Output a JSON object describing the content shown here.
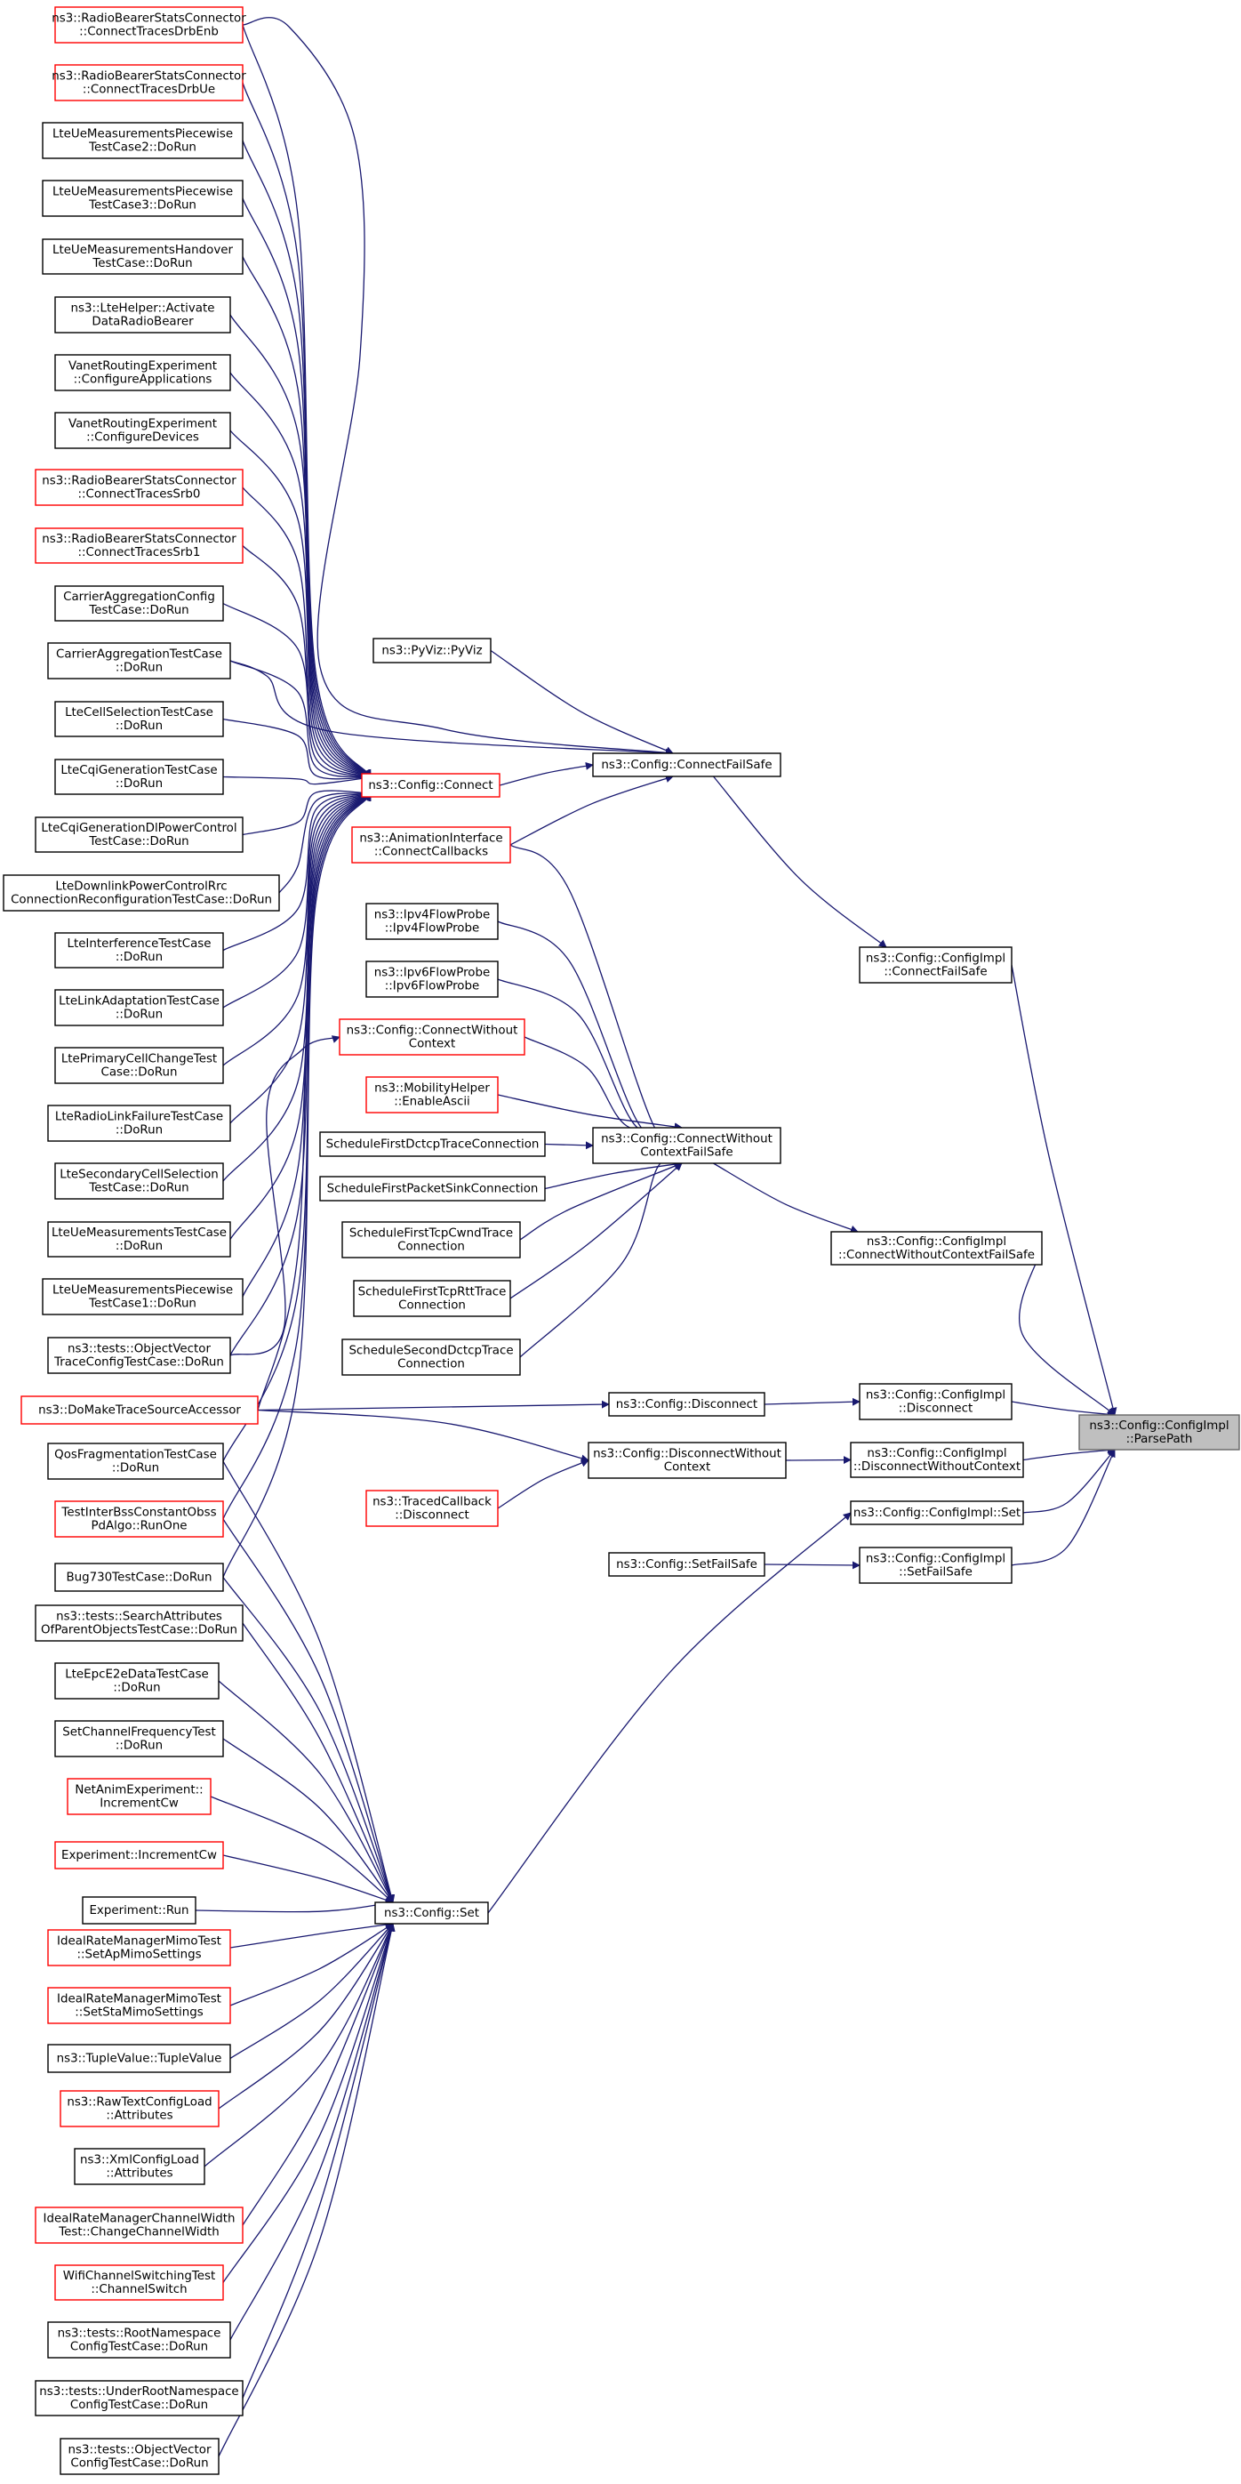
{
  "diagram": {
    "line_color": "#191970",
    "highlight_border": "#ff0000",
    "focus_fill": "#bfbfbf",
    "nodes": [
      {
        "id": "n0",
        "lines": [
          "ns3::RadioBearerStatsConnector",
          "::ConnectTracesDrbEnb"
        ],
        "red": true
      },
      {
        "id": "n1",
        "lines": [
          "ns3::RadioBearerStatsConnector",
          "::ConnectTracesDrbUe"
        ],
        "red": true
      },
      {
        "id": "n2",
        "lines": [
          "LteUeMeasurementsPiecewise",
          "TestCase2::DoRun"
        ]
      },
      {
        "id": "n3",
        "lines": [
          "LteUeMeasurementsPiecewise",
          "TestCase3::DoRun"
        ]
      },
      {
        "id": "n4",
        "lines": [
          "LteUeMeasurementsHandover",
          "TestCase::DoRun"
        ]
      },
      {
        "id": "n5",
        "lines": [
          "ns3::LteHelper::Activate",
          "DataRadioBearer"
        ]
      },
      {
        "id": "n6",
        "lines": [
          "VanetRoutingExperiment",
          "::ConfigureApplications"
        ]
      },
      {
        "id": "n7",
        "lines": [
          "VanetRoutingExperiment",
          "::ConfigureDevices"
        ]
      },
      {
        "id": "n8",
        "lines": [
          "ns3::RadioBearerStatsConnector",
          "::ConnectTracesSrb0"
        ],
        "red": true
      },
      {
        "id": "n9",
        "lines": [
          "ns3::RadioBearerStatsConnector",
          "::ConnectTracesSrb1"
        ],
        "red": true
      },
      {
        "id": "n10",
        "lines": [
          "CarrierAggregationConfig",
          "TestCase::DoRun"
        ]
      },
      {
        "id": "n11",
        "lines": [
          "CarrierAggregationTestCase",
          "::DoRun"
        ]
      },
      {
        "id": "n12",
        "lines": [
          "LteCellSelectionTestCase",
          "::DoRun"
        ]
      },
      {
        "id": "n13",
        "lines": [
          "LteCqiGenerationTestCase",
          "::DoRun"
        ]
      },
      {
        "id": "n14",
        "lines": [
          "LteCqiGenerationDlPowerControl",
          "TestCase::DoRun"
        ]
      },
      {
        "id": "n15",
        "lines": [
          "LteDownlinkPowerControlRrc",
          "ConnectionReconfigurationTestCase::DoRun"
        ]
      },
      {
        "id": "n16",
        "lines": [
          "LteInterferenceTestCase",
          "::DoRun"
        ]
      },
      {
        "id": "n17",
        "lines": [
          "LteLinkAdaptationTestCase",
          "::DoRun"
        ]
      },
      {
        "id": "n18",
        "lines": [
          "LtePrimaryCellChangeTest",
          "Case::DoRun"
        ]
      },
      {
        "id": "n19",
        "lines": [
          "LteRadioLinkFailureTestCase",
          "::DoRun"
        ]
      },
      {
        "id": "n20",
        "lines": [
          "LteSecondaryCellSelection",
          "TestCase::DoRun"
        ]
      },
      {
        "id": "n21",
        "lines": [
          "LteUeMeasurementsTestCase",
          "::DoRun"
        ]
      },
      {
        "id": "n22",
        "lines": [
          "LteUeMeasurementsPiecewise",
          "TestCase1::DoRun"
        ]
      },
      {
        "id": "n23",
        "lines": [
          "ns3::tests::ObjectVector",
          "TraceConfigTestCase::DoRun"
        ]
      },
      {
        "id": "n24",
        "lines": [
          "ns3::DoMakeTraceSourceAccessor"
        ],
        "red": true
      },
      {
        "id": "n25",
        "lines": [
          "QosFragmentationTestCase",
          "::DoRun"
        ]
      },
      {
        "id": "n26",
        "lines": [
          "TestInterBssConstantObss",
          "PdAlgo::RunOne"
        ],
        "red": true
      },
      {
        "id": "n27",
        "lines": [
          "Bug730TestCase::DoRun"
        ]
      },
      {
        "id": "n28",
        "lines": [
          "ns3::tests::SearchAttributes",
          "OfParentObjectsTestCase::DoRun"
        ]
      },
      {
        "id": "n29",
        "lines": [
          "LteEpcE2eDataTestCase",
          "::DoRun"
        ]
      },
      {
        "id": "n30",
        "lines": [
          "SetChannelFrequencyTest",
          "::DoRun"
        ]
      },
      {
        "id": "n31",
        "lines": [
          "NetAnimExperiment::",
          "IncrementCw"
        ],
        "red": true
      },
      {
        "id": "n32",
        "lines": [
          "Experiment::IncrementCw"
        ],
        "red": true
      },
      {
        "id": "n33",
        "lines": [
          "Experiment::Run"
        ]
      },
      {
        "id": "n34",
        "lines": [
          "IdealRateManagerMimoTest",
          "::SetApMimoSettings"
        ],
        "red": true
      },
      {
        "id": "n35",
        "lines": [
          "IdealRateManagerMimoTest",
          "::SetStaMimoSettings"
        ],
        "red": true
      },
      {
        "id": "n36",
        "lines": [
          "ns3::TupleValue::TupleValue"
        ]
      },
      {
        "id": "n37",
        "lines": [
          "ns3::RawTextConfigLoad",
          "::Attributes"
        ],
        "red": true
      },
      {
        "id": "n38",
        "lines": [
          "ns3::XmlConfigLoad",
          "::Attributes"
        ]
      },
      {
        "id": "n39",
        "lines": [
          "IdealRateManagerChannelWidth",
          "Test::ChangeChannelWidth"
        ],
        "red": true
      },
      {
        "id": "n40",
        "lines": [
          "WifiChannelSwitchingTest",
          "::ChannelSwitch"
        ],
        "red": true
      },
      {
        "id": "n41",
        "lines": [
          "ns3::tests::RootNamespace",
          "ConfigTestCase::DoRun"
        ]
      },
      {
        "id": "n42",
        "lines": [
          "ns3::tests::UnderRootNamespace",
          "ConfigTestCase::DoRun"
        ]
      },
      {
        "id": "n43",
        "lines": [
          "ns3::tests::ObjectVector",
          "ConfigTestCase::DoRun"
        ]
      },
      {
        "id": "connect",
        "lines": [
          "ns3::Config::Connect"
        ],
        "red": true
      },
      {
        "id": "pyviz",
        "lines": [
          "ns3::PyViz::PyViz"
        ]
      },
      {
        "id": "anim",
        "lines": [
          "ns3::AnimationInterface",
          "::ConnectCallbacks"
        ],
        "red": true
      },
      {
        "id": "cfs",
        "lines": [
          "ns3::Config::ConnectFailSafe"
        ]
      },
      {
        "id": "ipv4fp",
        "lines": [
          "ns3::Ipv4FlowProbe",
          "::Ipv4FlowProbe"
        ]
      },
      {
        "id": "ipv6fp",
        "lines": [
          "ns3::Ipv6FlowProbe",
          "::Ipv6FlowProbe"
        ]
      },
      {
        "id": "cwc",
        "lines": [
          "ns3::Config::ConnectWithout",
          "Context"
        ],
        "red": true
      },
      {
        "id": "mobility",
        "lines": [
          "ns3::MobilityHelper",
          "::EnableAscii"
        ],
        "red": true
      },
      {
        "id": "sfdtc",
        "lines": [
          "ScheduleFirstDctcpTraceConnection"
        ]
      },
      {
        "id": "sfpsc",
        "lines": [
          "ScheduleFirstPacketSinkConnection"
        ]
      },
      {
        "id": "sftcwnd",
        "lines": [
          "ScheduleFirstTcpCwndTrace",
          "Connection"
        ]
      },
      {
        "id": "sfrtt",
        "lines": [
          "ScheduleFirstTcpRttTrace",
          "Connection"
        ]
      },
      {
        "id": "ssdtc",
        "lines": [
          "ScheduleSecondDctcpTrace",
          "Connection"
        ]
      },
      {
        "id": "cwcfs",
        "lines": [
          "ns3::Config::ConnectWithout",
          "ContextFailSafe"
        ]
      },
      {
        "id": "disconnect",
        "lines": [
          "ns3::Config::Disconnect"
        ]
      },
      {
        "id": "dwc",
        "lines": [
          "ns3::Config::DisconnectWithout",
          "Context"
        ]
      },
      {
        "id": "traced",
        "lines": [
          "ns3::TracedCallback",
          "::Disconnect"
        ],
        "red": true
      },
      {
        "id": "set",
        "lines": [
          "ns3::Config::Set"
        ]
      },
      {
        "id": "setfs",
        "lines": [
          "ns3::Config::SetFailSafe"
        ]
      },
      {
        "id": "implcfs",
        "lines": [
          "ns3::Config::ConfigImpl",
          "::ConnectFailSafe"
        ]
      },
      {
        "id": "implcwcfs",
        "lines": [
          "ns3::Config::ConfigImpl",
          "::ConnectWithoutContextFailSafe"
        ]
      },
      {
        "id": "impldisc",
        "lines": [
          "ns3::Config::ConfigImpl",
          "::Disconnect"
        ]
      },
      {
        "id": "impldwc",
        "lines": [
          "ns3::Config::ConfigImpl",
          "::DisconnectWithoutContext"
        ]
      },
      {
        "id": "implset",
        "lines": [
          "ns3::Config::ConfigImpl::Set"
        ]
      },
      {
        "id": "implsetfs",
        "lines": [
          "ns3::Config::ConfigImpl",
          "::SetFailSafe"
        ]
      },
      {
        "id": "parse",
        "lines": [
          "ns3::Config::ConfigImpl",
          "::ParsePath"
        ],
        "focus": true
      }
    ],
    "edges": [
      [
        "n0",
        "connect"
      ],
      [
        "n1",
        "connect"
      ],
      [
        "n2",
        "connect"
      ],
      [
        "n3",
        "connect"
      ],
      [
        "n4",
        "connect"
      ],
      [
        "n5",
        "connect"
      ],
      [
        "n6",
        "connect"
      ],
      [
        "n7",
        "connect"
      ],
      [
        "n8",
        "connect"
      ],
      [
        "n9",
        "connect"
      ],
      [
        "n10",
        "connect"
      ],
      [
        "n11",
        "connect"
      ],
      [
        "n12",
        "connect"
      ],
      [
        "n13",
        "connect"
      ],
      [
        "n14",
        "connect"
      ],
      [
        "n15",
        "connect"
      ],
      [
        "n16",
        "connect"
      ],
      [
        "n17",
        "connect"
      ],
      [
        "n18",
        "connect"
      ],
      [
        "n19",
        "connect"
      ],
      [
        "n20",
        "connect"
      ],
      [
        "n21",
        "connect"
      ],
      [
        "n22",
        "connect"
      ],
      [
        "n23",
        "connect"
      ],
      [
        "n24",
        "connect"
      ],
      [
        "n25",
        "connect"
      ],
      [
        "n26",
        "connect"
      ],
      [
        "n27",
        "connect"
      ],
      [
        "n0",
        "cfs"
      ],
      [
        "n11",
        "cfs"
      ],
      [
        "pyviz",
        "cfs"
      ],
      [
        "connect",
        "cfs"
      ],
      [
        "anim",
        "cfs"
      ],
      [
        "anim",
        "cwcfs"
      ],
      [
        "ipv4fp",
        "cwcfs"
      ],
      [
        "ipv6fp",
        "cwcfs"
      ],
      [
        "cwc",
        "cwcfs"
      ],
      [
        "mobility",
        "cwcfs"
      ],
      [
        "sfdtc",
        "cwcfs"
      ],
      [
        "sfpsc",
        "cwcfs"
      ],
      [
        "sftcwnd",
        "cwcfs"
      ],
      [
        "sfrtt",
        "cwcfs"
      ],
      [
        "ssdtc",
        "cwcfs"
      ],
      [
        "n23",
        "cwc"
      ],
      [
        "n24",
        "disconnect"
      ],
      [
        "n24",
        "dwc"
      ],
      [
        "traced",
        "dwc"
      ],
      [
        "n25",
        "set"
      ],
      [
        "n26",
        "set"
      ],
      [
        "n27",
        "set"
      ],
      [
        "n28",
        "set"
      ],
      [
        "n29",
        "set"
      ],
      [
        "n30",
        "set"
      ],
      [
        "n31",
        "set"
      ],
      [
        "n32",
        "set"
      ],
      [
        "n33",
        "set"
      ],
      [
        "n34",
        "set"
      ],
      [
        "n35",
        "set"
      ],
      [
        "n36",
        "set"
      ],
      [
        "n37",
        "set"
      ],
      [
        "n38",
        "set"
      ],
      [
        "n39",
        "set"
      ],
      [
        "n40",
        "set"
      ],
      [
        "n41",
        "set"
      ],
      [
        "n42",
        "set"
      ],
      [
        "n43",
        "set"
      ],
      [
        "cfs",
        "implcfs"
      ],
      [
        "cwcfs",
        "implcwcfs"
      ],
      [
        "disconnect",
        "impldisc"
      ],
      [
        "dwc",
        "impldwc"
      ],
      [
        "set",
        "implset"
      ],
      [
        "setfs",
        "implsetfs"
      ],
      [
        "implcfs",
        "parse"
      ],
      [
        "implcwcfs",
        "parse"
      ],
      [
        "impldisc",
        "parse"
      ],
      [
        "impldwc",
        "parse"
      ],
      [
        "implset",
        "parse"
      ],
      [
        "implsetfs",
        "parse"
      ]
    ]
  }
}
